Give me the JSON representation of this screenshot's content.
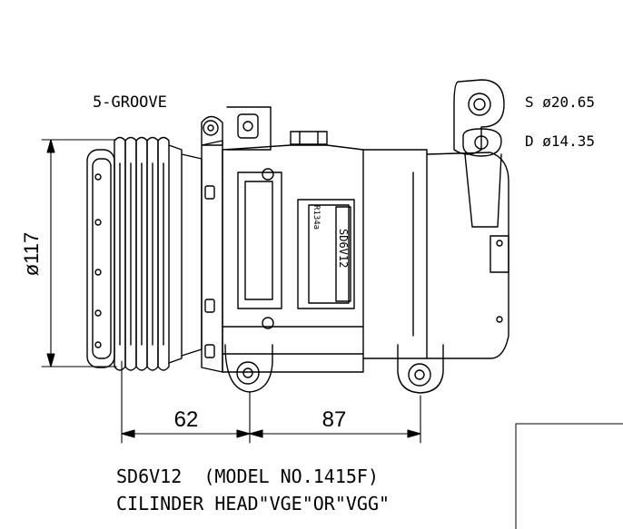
{
  "labels": {
    "groove": "5-GROOVE",
    "suction": "S  ø20.65",
    "discharge": "D  ø14.35",
    "diameter": "ø117",
    "dim_left": "62",
    "dim_right": "87",
    "plate_model": "SD6V12",
    "plate_refrigerant": "R134a"
  },
  "caption": {
    "line1": "SD6V12  (MODEL NO.1415F)",
    "line2": "CILINDER HEAD\"VGE\"OR\"VGG\""
  }
}
